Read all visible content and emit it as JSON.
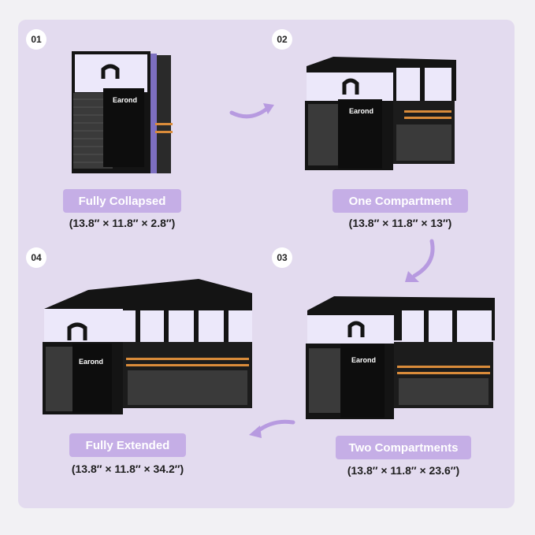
{
  "colors": {
    "panel": "#e3dbef",
    "pill": "#c5aee6",
    "arrow": "#b79ae0",
    "box_black": "#141414",
    "box_lavender": "#ece8fa",
    "reflective": "#d98b3a"
  },
  "steps": [
    {
      "number": "01",
      "title": "Fully Collapsed",
      "dimensions": "(13.8″ × 11.8″ × 2.8″)"
    },
    {
      "number": "02",
      "title": "One Compartment",
      "dimensions": "(13.8″ × 11.8″ × 13″)"
    },
    {
      "number": "03",
      "title": "Two Compartments",
      "dimensions": "(13.8″ × 11.8″ × 23.6″)"
    },
    {
      "number": "04",
      "title": "Fully Extended",
      "dimensions": "(13.8″ × 11.8″ × 34.2″)"
    }
  ],
  "brand": "Earond",
  "icons": [
    "curved-arrow-icon"
  ]
}
